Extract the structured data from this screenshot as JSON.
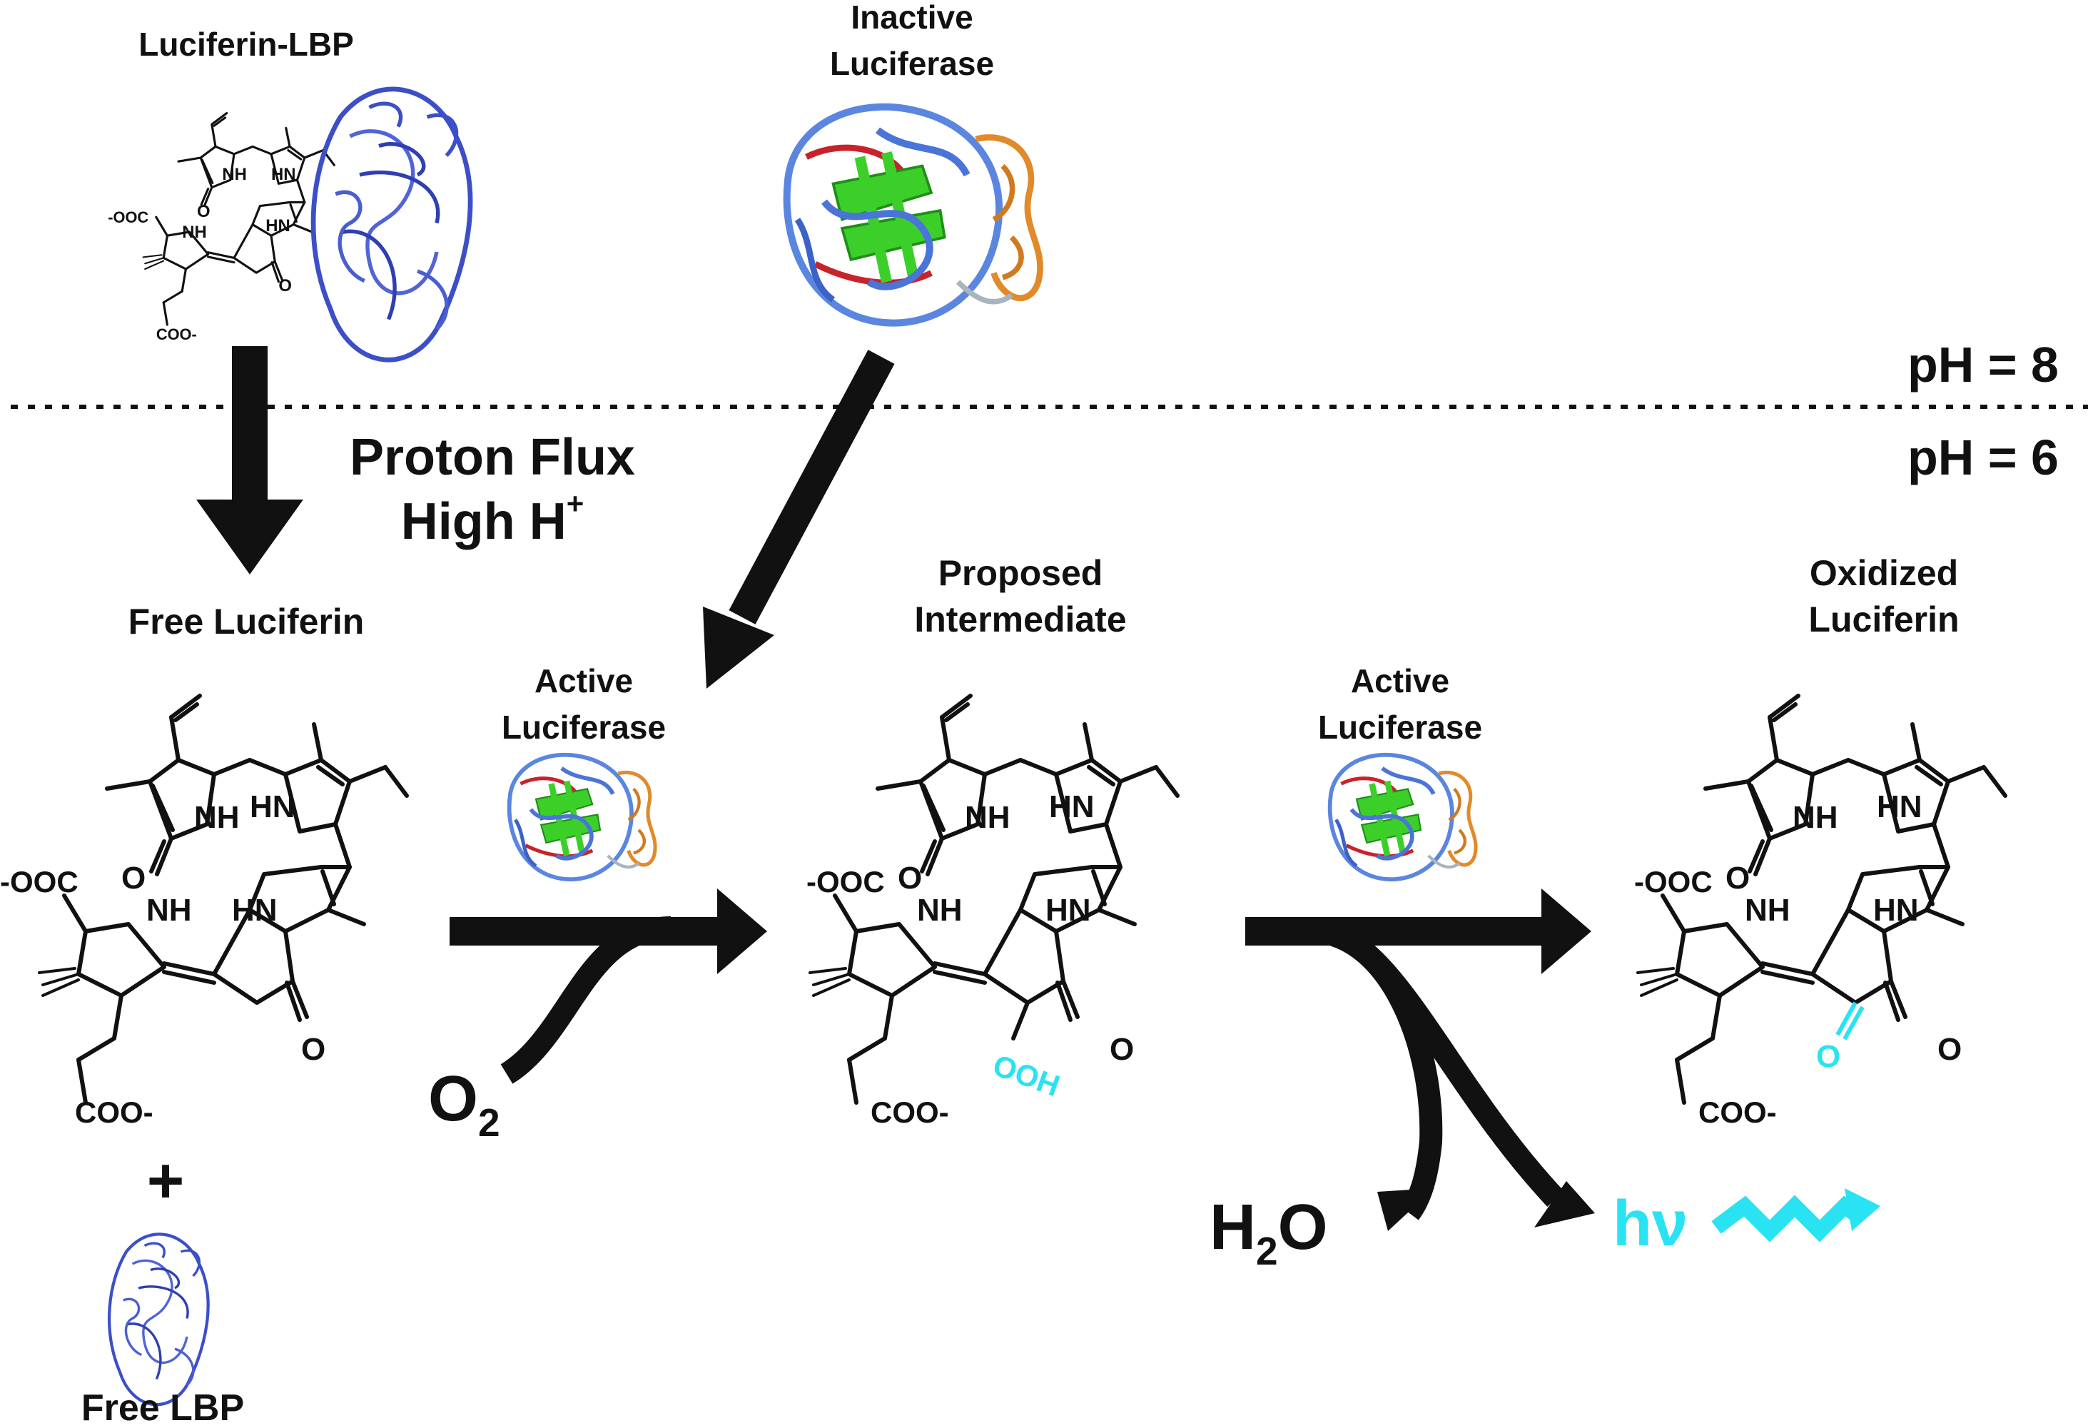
{
  "labels": {
    "luciferin_lbp": "Luciferin-LBP",
    "inactive_luciferase_1": "Inactive",
    "inactive_luciferase_2": "Luciferase",
    "ph8": "pH = 8",
    "ph6": "pH = 6",
    "proton_flux_1": "Proton Flux",
    "proton_flux_2": "High H",
    "proton_flux_sup": "+",
    "free_luciferin": "Free Luciferin",
    "active_luciferase_a_1": "Active",
    "active_luciferase_a_2": "Luciferase",
    "proposed_1": "Proposed",
    "proposed_2": "Intermediate",
    "active_luciferase_b_1": "Active",
    "active_luciferase_b_2": "Luciferase",
    "oxidized_1": "Oxidized",
    "oxidized_2": "Luciferin",
    "plus": "+",
    "free_lbp": "Free LBP",
    "o2_main": "O",
    "o2_sub": "2",
    "h2o_h": "H",
    "h2o_sub": "2",
    "h2o_o": "O",
    "hv": "hν"
  },
  "atoms": {
    "nh": "NH",
    "hn": "HN",
    "o": "O",
    "ooc": "-OOC",
    "coo": "COO-",
    "ooh": "OOH"
  },
  "colors": {
    "ink": "#111111",
    "highlight": "#29e2f2",
    "protein_blue": "#3c4fc8",
    "protein_blue2": "#5a86e0",
    "strand_green": "#3ccf2a",
    "loop_red": "#c8232a",
    "domain_orange": "#e08a2a",
    "coil_grey": "#a8b4c0"
  },
  "icons": {
    "protein": "protein-ribbon-icon",
    "luciferase": "luciferase-ribbon-icon",
    "photon_wave": "photon-wave-icon"
  }
}
